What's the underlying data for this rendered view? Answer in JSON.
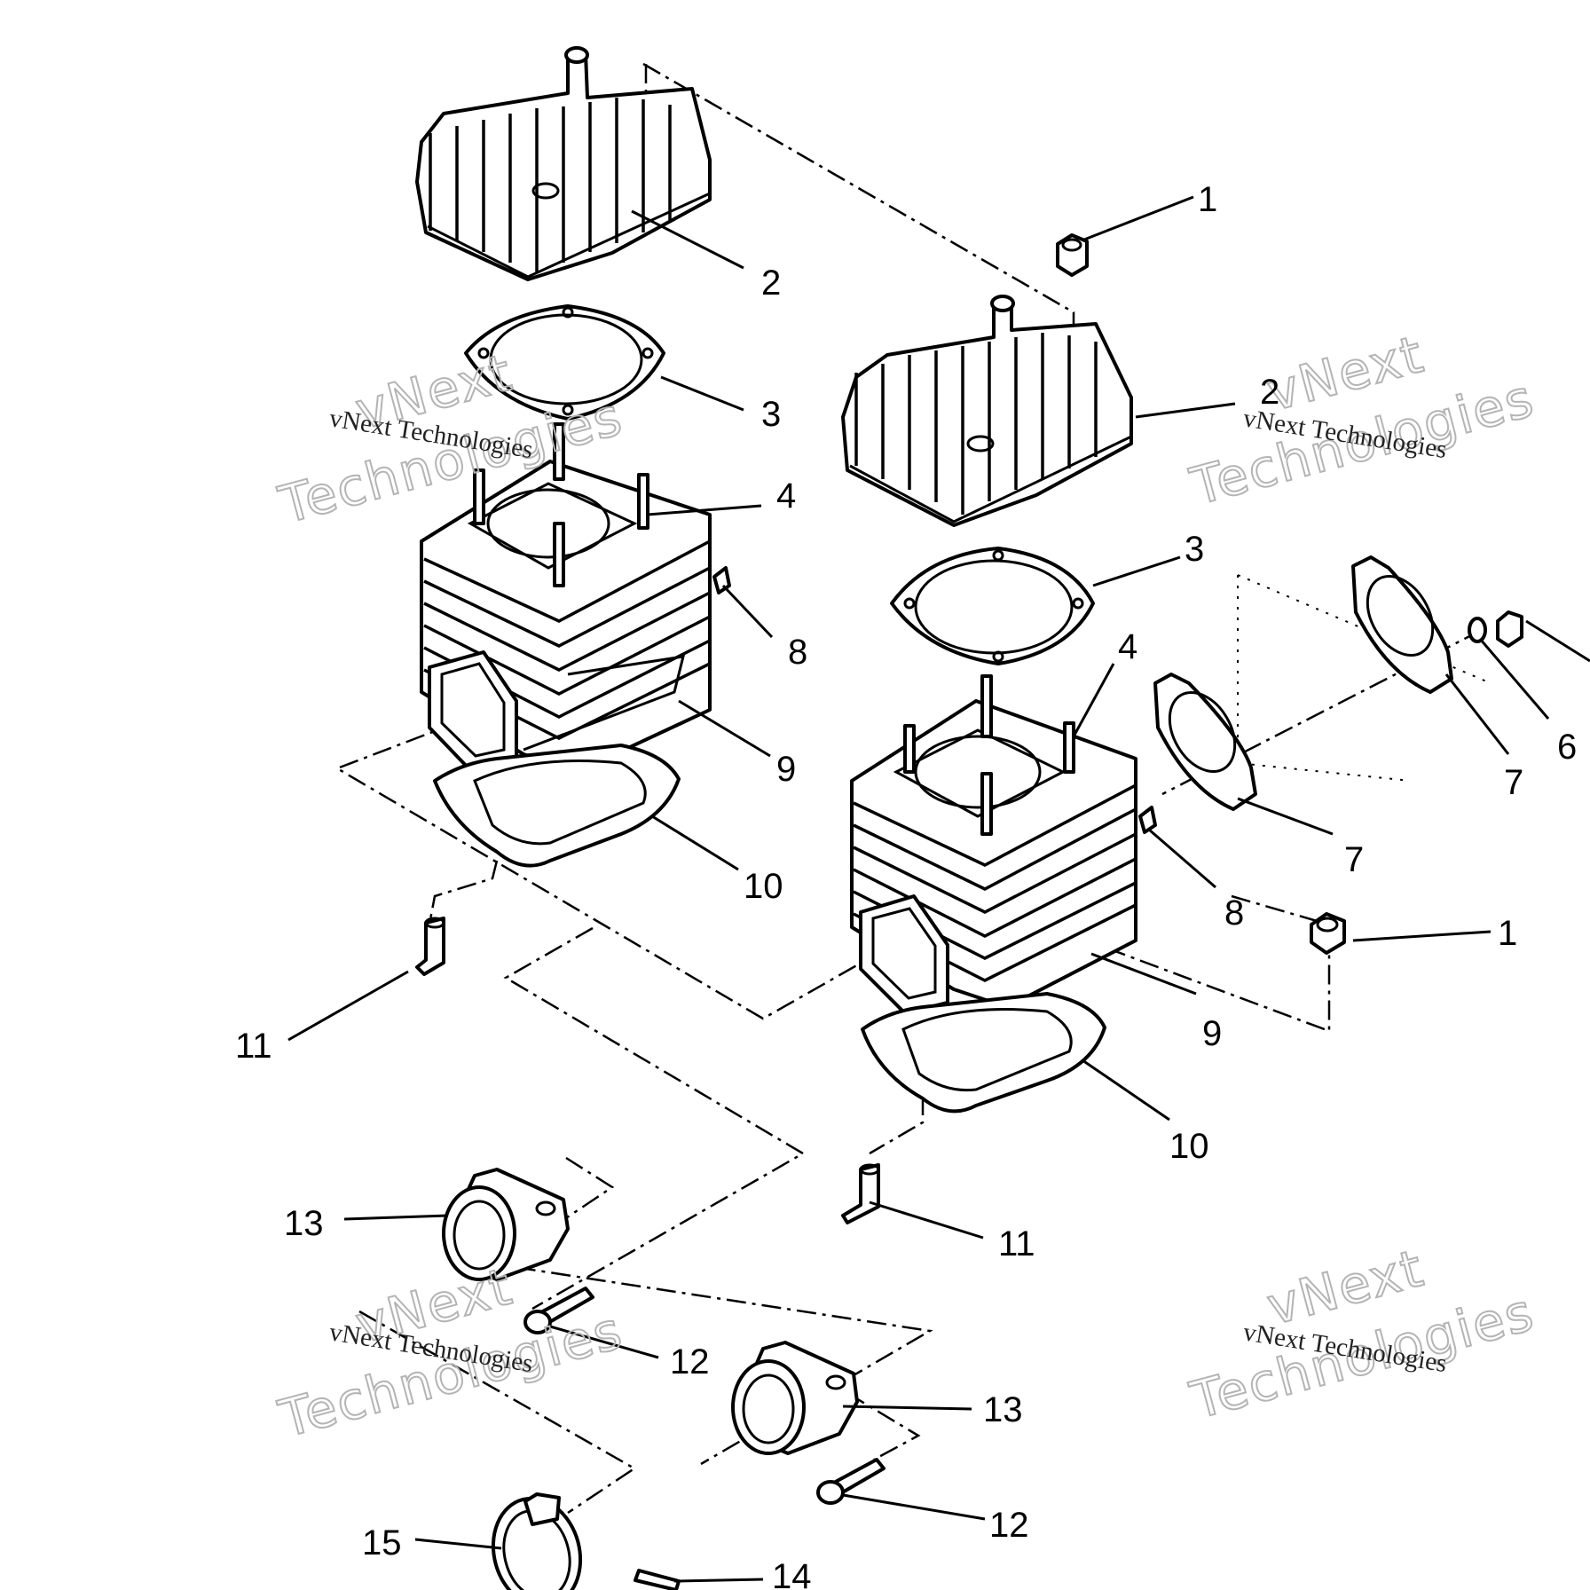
{
  "watermark": {
    "big_line1": "vNext",
    "big_line2": "Technologies",
    "small_text": "vNext Technologies"
  },
  "callouts": [
    {
      "id": "c1a",
      "number": "1"
    },
    {
      "id": "c1b",
      "number": "1"
    },
    {
      "id": "c2a",
      "number": "2"
    },
    {
      "id": "c2b",
      "number": "2"
    },
    {
      "id": "c3a",
      "number": "3"
    },
    {
      "id": "c3b",
      "number": "3"
    },
    {
      "id": "c4a",
      "number": "4"
    },
    {
      "id": "c4b",
      "number": "4"
    },
    {
      "id": "c6",
      "number": "6"
    },
    {
      "id": "c7a",
      "number": "7"
    },
    {
      "id": "c7b",
      "number": "7"
    },
    {
      "id": "c8a",
      "number": "8"
    },
    {
      "id": "c8b",
      "number": "8"
    },
    {
      "id": "c9a",
      "number": "9"
    },
    {
      "id": "c9b",
      "number": "9"
    },
    {
      "id": "c10a",
      "number": "10"
    },
    {
      "id": "c10b",
      "number": "10"
    },
    {
      "id": "c11a",
      "number": "11"
    },
    {
      "id": "c11b",
      "number": "11"
    },
    {
      "id": "c12a",
      "number": "12"
    },
    {
      "id": "c12b",
      "number": "12"
    },
    {
      "id": "c13a",
      "number": "13"
    },
    {
      "id": "c13b",
      "number": "13"
    },
    {
      "id": "c14",
      "number": "14"
    },
    {
      "id": "c15",
      "number": "15"
    }
  ]
}
